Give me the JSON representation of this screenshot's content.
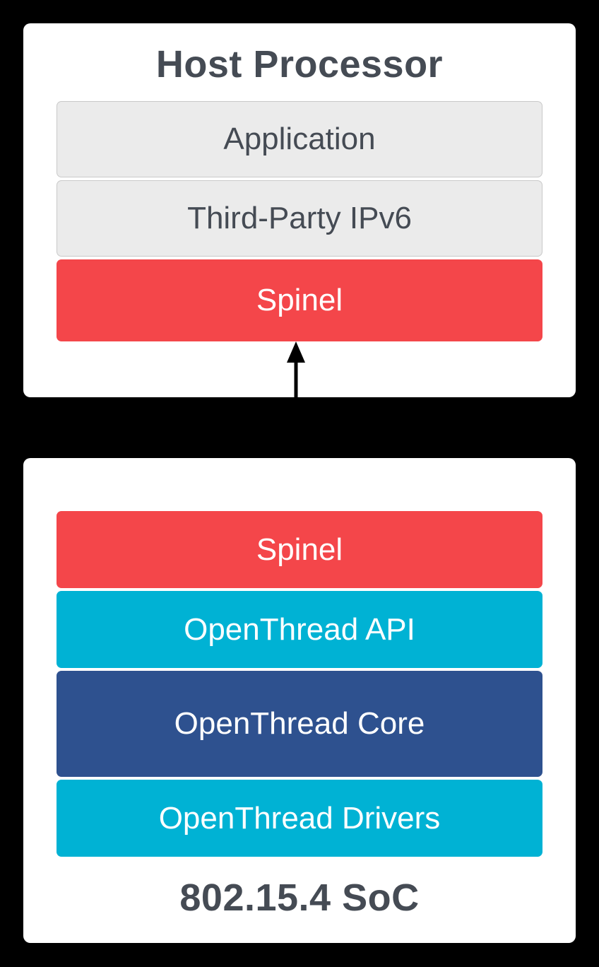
{
  "diagram": {
    "host": {
      "title": "Host Processor",
      "layers": [
        {
          "label": "Application",
          "type": "gray"
        },
        {
          "label": "Third-Party IPv6",
          "type": "gray"
        },
        {
          "label": "Spinel",
          "type": "red"
        }
      ]
    },
    "soc": {
      "title": "802.15.4 SoC",
      "layers": [
        {
          "label": "Spinel",
          "type": "red"
        },
        {
          "label": "OpenThread API",
          "type": "cyan"
        },
        {
          "label": "OpenThread Core",
          "type": "blue"
        },
        {
          "label": "OpenThread Drivers",
          "type": "cyan"
        }
      ]
    },
    "connector": {
      "type": "bidirectional-arrow"
    },
    "colors": {
      "red": "#F4464A",
      "cyan": "#00B2D4",
      "blue": "#2E518F",
      "gray": "#EBEBEB",
      "gray_border": "#C9C9C9",
      "text_dark": "#454B54",
      "text_light": "#FFFFFF",
      "card": "#FFFFFF",
      "background": "#000000",
      "arrow": "#000000"
    }
  }
}
